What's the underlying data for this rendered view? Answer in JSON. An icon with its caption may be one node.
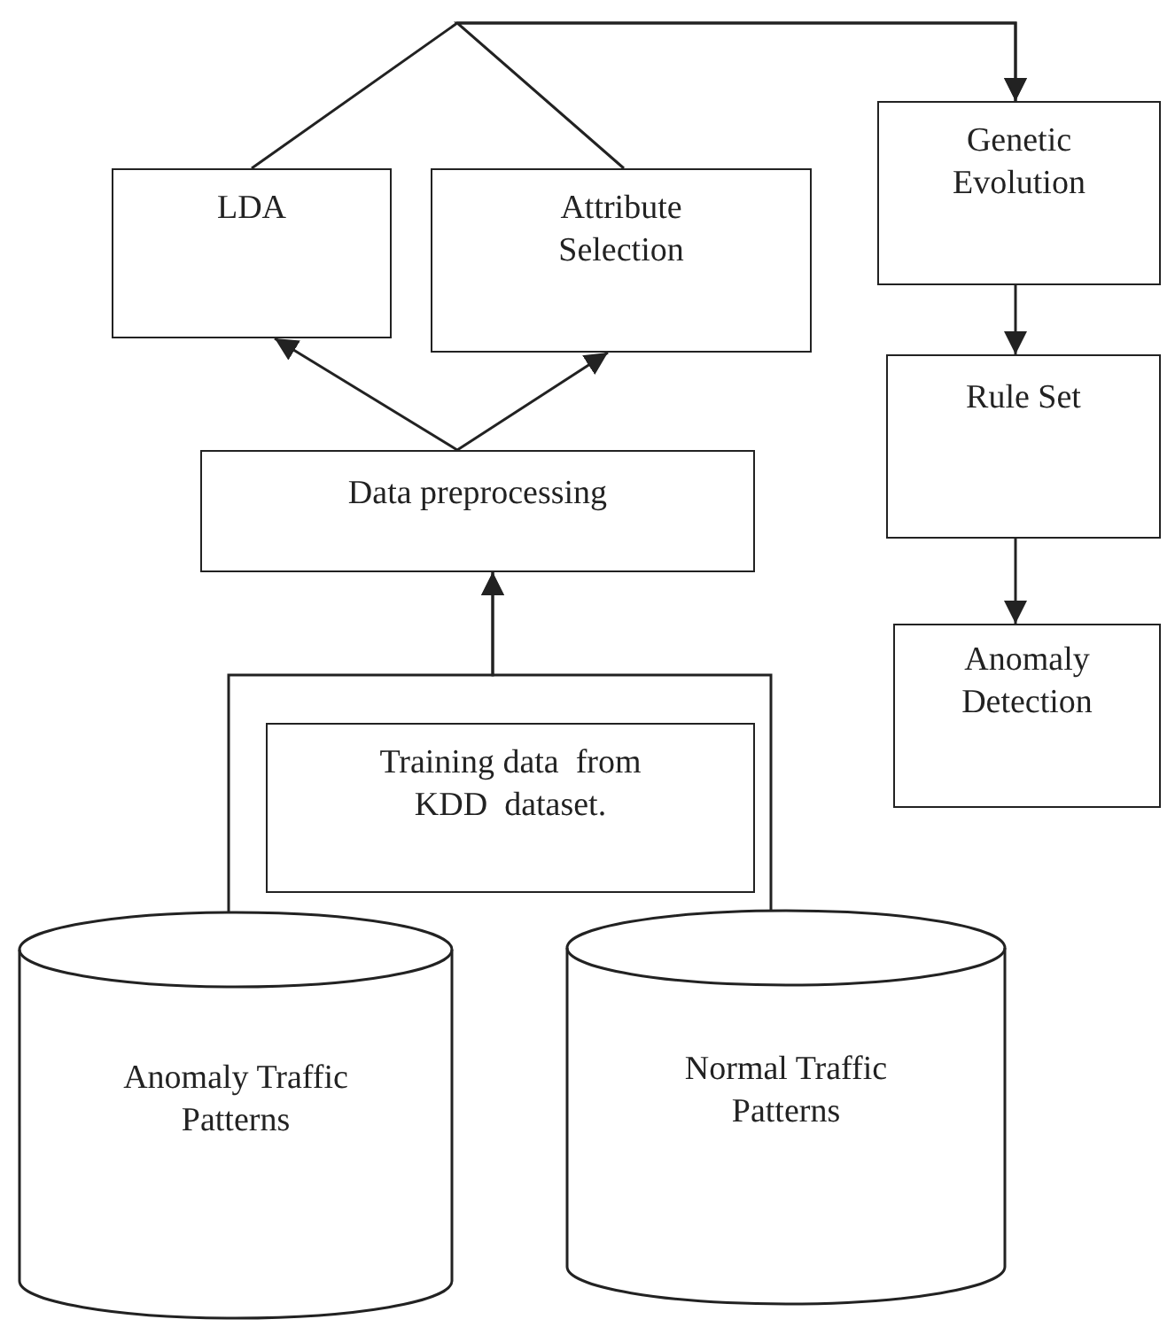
{
  "diagram": {
    "nodes": [
      {
        "text": [
          "LDA"
        ]
      },
      {
        "text": [
          "Attribute Selection"
        ]
      },
      {
        "text": [
          "Genetic Evolution"
        ]
      },
      {
        "text": [
          "Rule Set"
        ]
      },
      {
        "text": [
          "Data preprocessing"
        ]
      },
      {
        "text": [
          "Anomaly Detection"
        ]
      },
      {
        "text": [
          "Training data  from KDD  dataset."
        ]
      },
      {
        "text": [
          "Anomaly Traffic  Patterns"
        ]
      },
      {
        "text": [
          "Normal Traffic Patterns"
        ]
      }
    ],
    "edges": [
      {
        "from": 7,
        "to": 4,
        "arrow": "to"
      },
      {
        "from": 8,
        "to": 4,
        "arrow": "to"
      },
      {
        "from": 4,
        "to": 0,
        "arrow": "to"
      },
      {
        "from": 4,
        "to": 1,
        "arrow": "to"
      },
      {
        "from": 0,
        "to": 2,
        "arrow": "to"
      },
      {
        "from": 1,
        "to": 2,
        "arrow": "to"
      },
      {
        "from": 2,
        "to": 3,
        "arrow": "to"
      },
      {
        "from": 3,
        "to": 5,
        "arrow": "to"
      }
    ]
  }
}
